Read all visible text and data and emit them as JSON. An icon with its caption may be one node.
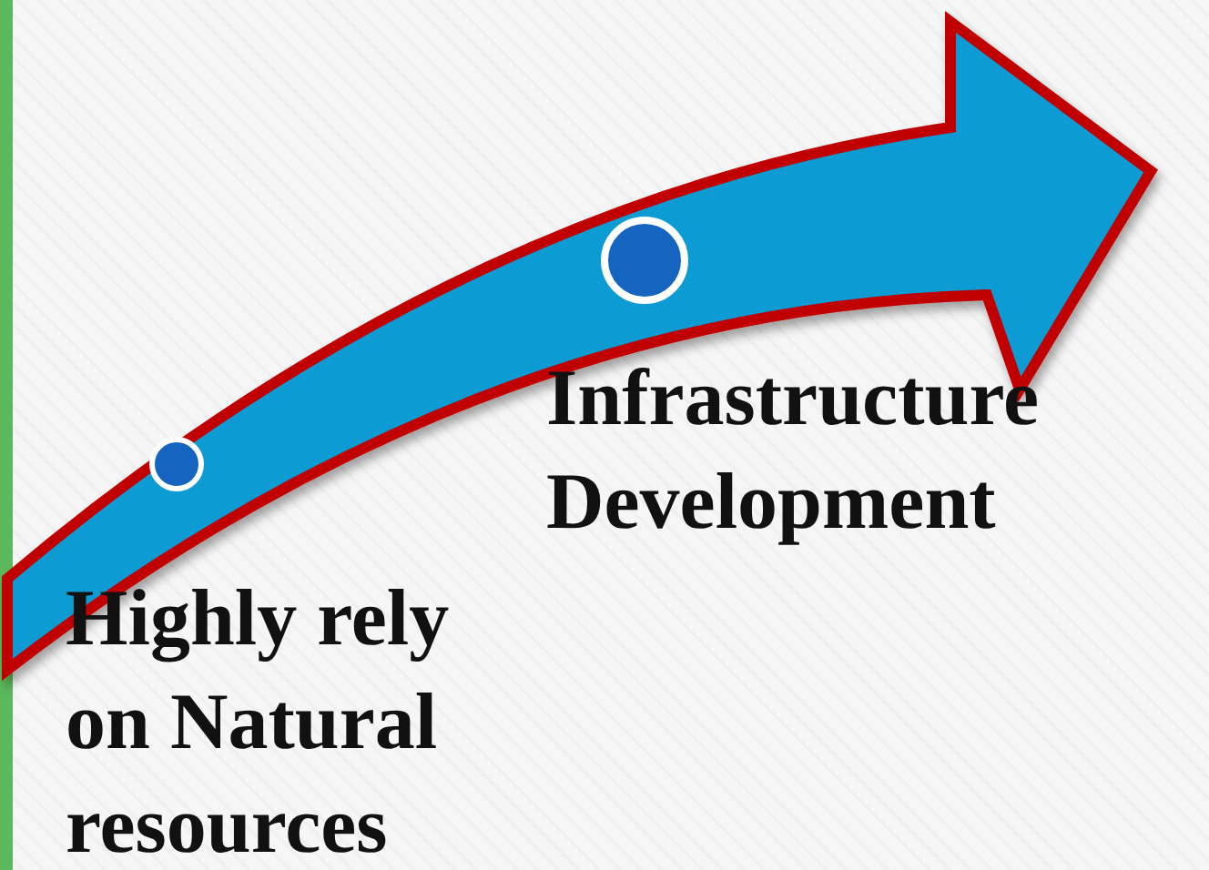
{
  "diagram": {
    "nodes": [
      {
        "text": [
          "Highly rely on Natural resources"
        ]
      },
      {
        "text": [
          "Infrastructure Development"
        ]
      },
      {
        "text": [],
        "shape": "circle"
      },
      {
        "text": [],
        "shape": "circle"
      }
    ]
  }
}
